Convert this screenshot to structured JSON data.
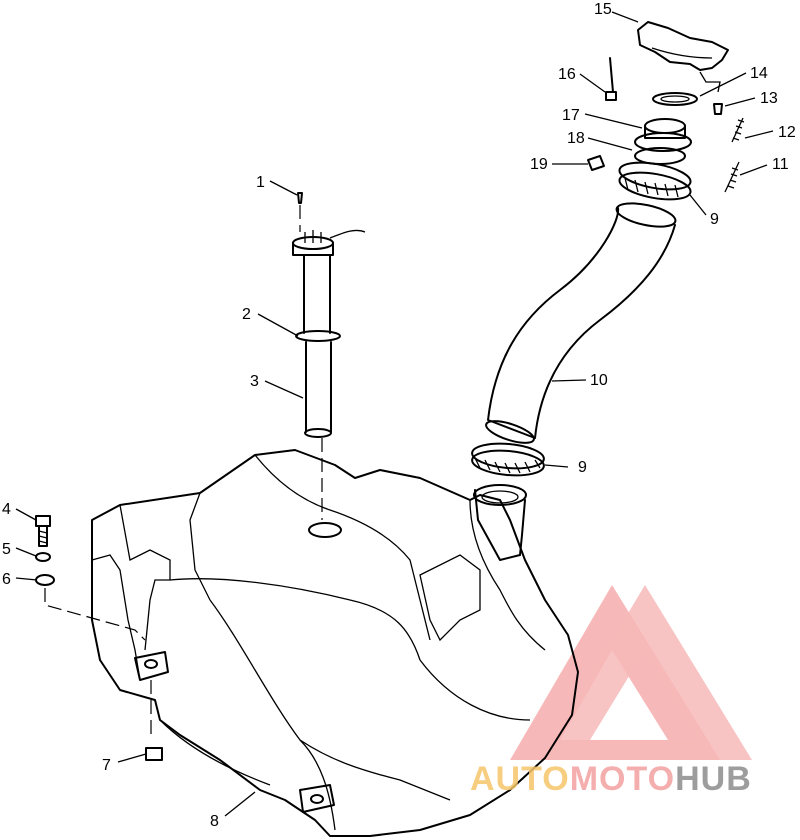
{
  "callouts": [
    {
      "id": "1",
      "label": "1"
    },
    {
      "id": "2",
      "label": "2"
    },
    {
      "id": "3",
      "label": "3"
    },
    {
      "id": "4",
      "label": "4"
    },
    {
      "id": "5",
      "label": "5"
    },
    {
      "id": "6",
      "label": "6"
    },
    {
      "id": "7",
      "label": "7"
    },
    {
      "id": "8",
      "label": "8"
    },
    {
      "id": "9a",
      "label": "9"
    },
    {
      "id": "9b",
      "label": "9"
    },
    {
      "id": "10",
      "label": "10"
    },
    {
      "id": "11",
      "label": "11"
    },
    {
      "id": "12",
      "label": "12"
    },
    {
      "id": "13",
      "label": "13"
    },
    {
      "id": "14",
      "label": "14"
    },
    {
      "id": "15",
      "label": "15"
    },
    {
      "id": "16",
      "label": "16"
    },
    {
      "id": "17",
      "label": "17"
    },
    {
      "id": "18",
      "label": "18"
    },
    {
      "id": "19",
      "label": "19"
    }
  ],
  "watermark": {
    "part1": "AUTO",
    "part2": "MOTO",
    "part3": "HUB",
    "color_primary": "#f5a0a0",
    "color_accent": "#f6c56b",
    "color_dark": "#8c8c8c"
  }
}
